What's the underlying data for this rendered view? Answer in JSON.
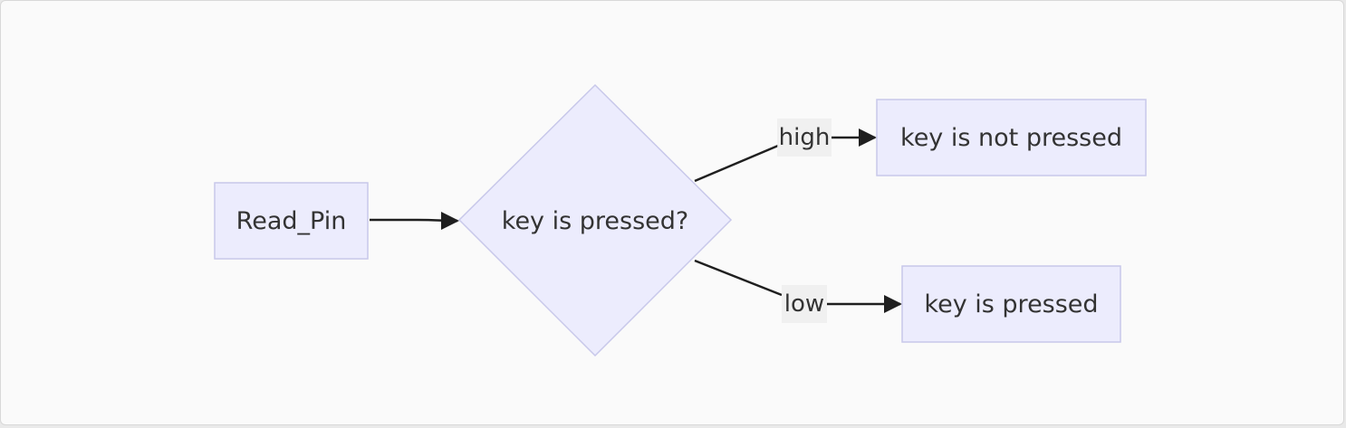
{
  "diagram": {
    "nodes": {
      "read_pin": {
        "label": "Read_Pin"
      },
      "decision": {
        "label": "key is pressed?"
      },
      "not_pressed": {
        "label": "key is not pressed"
      },
      "pressed": {
        "label": "key is pressed"
      }
    },
    "edges": {
      "high": {
        "label": "high"
      },
      "low": {
        "label": "low"
      }
    }
  }
}
